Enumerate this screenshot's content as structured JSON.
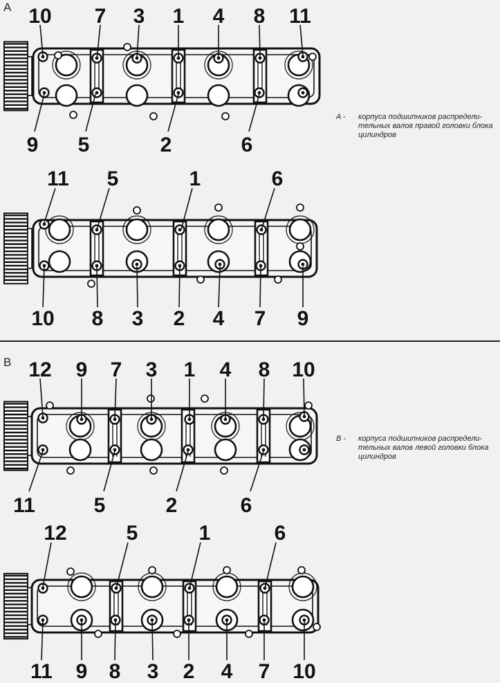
{
  "panel_a": {
    "letter": "A",
    "caption_letter": "A -",
    "caption_text": "корпуса подшипников распредели-тельных валов правой головки блока цилиндров",
    "top_unit": {
      "labels_top": [
        "10",
        "7",
        "3",
        "1",
        "4",
        "8",
        "11"
      ],
      "labels_bottom": [
        "9",
        "5",
        "2",
        "6"
      ]
    },
    "bottom_unit": {
      "labels_top": [
        "11",
        "5",
        "1",
        "6"
      ],
      "labels_bottom": [
        "10",
        "8",
        "3",
        "2",
        "4",
        "7",
        "9"
      ]
    }
  },
  "panel_b": {
    "letter": "B",
    "caption_letter": "B -",
    "caption_text": "корпуса подшипников распредели-тельных валов левой головки блока цилиндров",
    "top_unit": {
      "labels_top": [
        "12",
        "9",
        "7",
        "3",
        "1",
        "4",
        "8",
        "10"
      ],
      "labels_bottom": [
        "11",
        "5",
        "2",
        "6"
      ]
    },
    "bottom_unit": {
      "labels_top": [
        "12",
        "5",
        "1",
        "6"
      ],
      "labels_bottom": [
        "11",
        "9",
        "8",
        "3",
        "2",
        "4",
        "7",
        "10"
      ]
    }
  },
  "colors": {
    "ink": "#111111",
    "paper": "#f1f1ef"
  }
}
